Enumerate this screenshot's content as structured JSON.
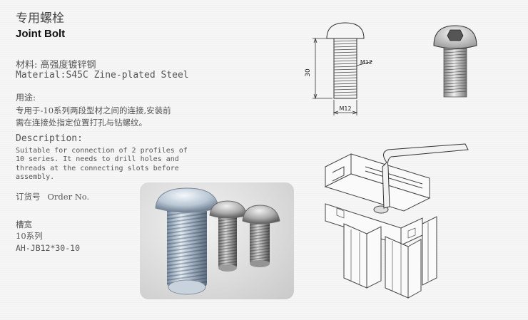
{
  "title_cn": "专用螺栓",
  "title_en": "Joint Bolt",
  "material_cn": "材料: 高强度镀锌钢",
  "material_en": "Material:S45C Zine-plated Steel",
  "usage": {
    "heading": "用途:",
    "line1": "专用于-10系列两段型材之间的连接,安装前",
    "line2": "需在连接处指定位置打孔与钻螺纹。"
  },
  "description": {
    "heading": "Description:",
    "lines": [
      "Suitable for connection of 2 profiles of",
      "10 series. It needs to drill holes and",
      "threads at the connecting slots before",
      "assembly."
    ]
  },
  "order": {
    "cn": "订货号",
    "en": "Order No."
  },
  "slot_width": "槽宽",
  "series": "10系列",
  "model": "AH-JB12*30-10",
  "drawing": {
    "length_label": "30",
    "thread_label": "M12",
    "diameter_label": "M12"
  }
}
